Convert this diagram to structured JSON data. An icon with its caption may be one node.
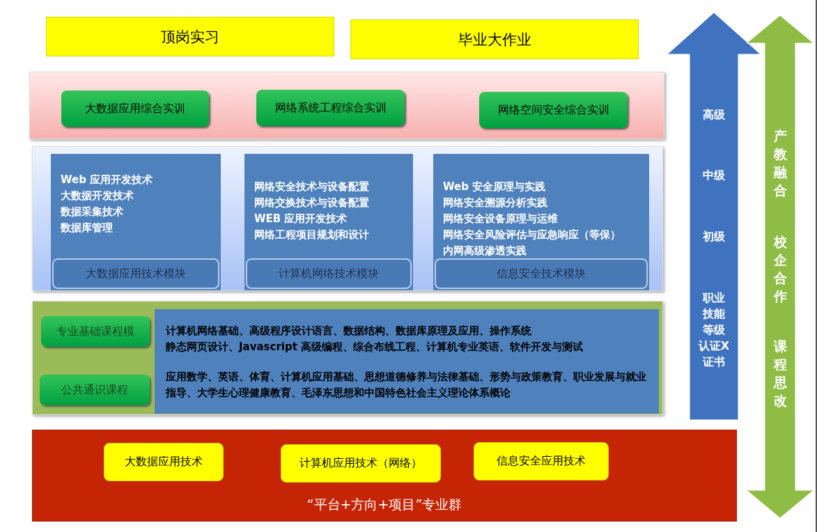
{
  "diagram": {
    "nodes": [
      {
        "text": [
          "顶岗实习"
        ]
      },
      {
        "text": [
          "毕业大作业"
        ]
      },
      {
        "text": [],
        "shape": "box"
      },
      {
        "text": [
          "大数据应用综合实训"
        ],
        "in": 2
      },
      {
        "text": [
          "网络系统工程综合实训"
        ],
        "in": 2
      },
      {
        "text": [
          "网络空间安全综合实训"
        ],
        "in": 2
      },
      {
        "text": [],
        "shape": "box"
      },
      {
        "text": [
          "Web 应用开发技术",
          "大数据开发技术",
          "数据采集技术",
          "数据库管理"
        ],
        "in": 6
      },
      {
        "text": [
          "大数据应用技术模块"
        ],
        "in": 7
      },
      {
        "text": [
          "网络安全技术与设备配置",
          "网络交换技术与设备配置",
          "WEB 应用开发技术",
          "网络工程项目规划和设计"
        ],
        "in": 6
      },
      {
        "text": [
          "计算机网络技术模块"
        ],
        "in": 9
      },
      {
        "text": [
          "Web 安全原理与实践",
          "网络安全溯源分析实践",
          "网络安全设备原理与运维",
          "网络安全风险评估与应急响应（等保）",
          "内网高级渗透实践"
        ],
        "in": 6
      },
      {
        "text": [
          "信息安全技术模块"
        ],
        "in": 11
      },
      {
        "text": [],
        "shape": "box"
      },
      {
        "text": [
          "专业基础课程模"
        ],
        "in": 13
      },
      {
        "text": [
          "公共通识课程"
        ],
        "in": 13
      },
      {
        "text": [
          "计算机网络基础、高级程序设计语言、数据结构、数据库原理及应用、操作系统",
          "静态网页设计、Javascript 高级编程、综合布线工程、计算机专业英语、软件开发与测试",
          "应用数学、英语、体育、计算机应用基础、思想道德修养与法律基础、形势与政策教育、职业发展与就业指导、大学生心理健康教育、毛泽东思想和中国特色社会主义理论体系概论"
        ],
        "in": 13
      },
      {
        "text": [
          "“平台+方向+项目”专业群"
        ]
      },
      {
        "text": [
          "大数据应用技术"
        ],
        "in": 17
      },
      {
        "text": [
          "计算机应用技术（网络）"
        ],
        "in": 17
      },
      {
        "text": [
          "信息安全应用技术"
        ],
        "in": 17
      },
      {
        "text": [
          "高级",
          "中级",
          "初级",
          "职业技能等级认证X证书"
        ]
      },
      {
        "text": [
          "产教融合",
          "校企合作",
          "课程思改"
        ]
      }
    ]
  }
}
